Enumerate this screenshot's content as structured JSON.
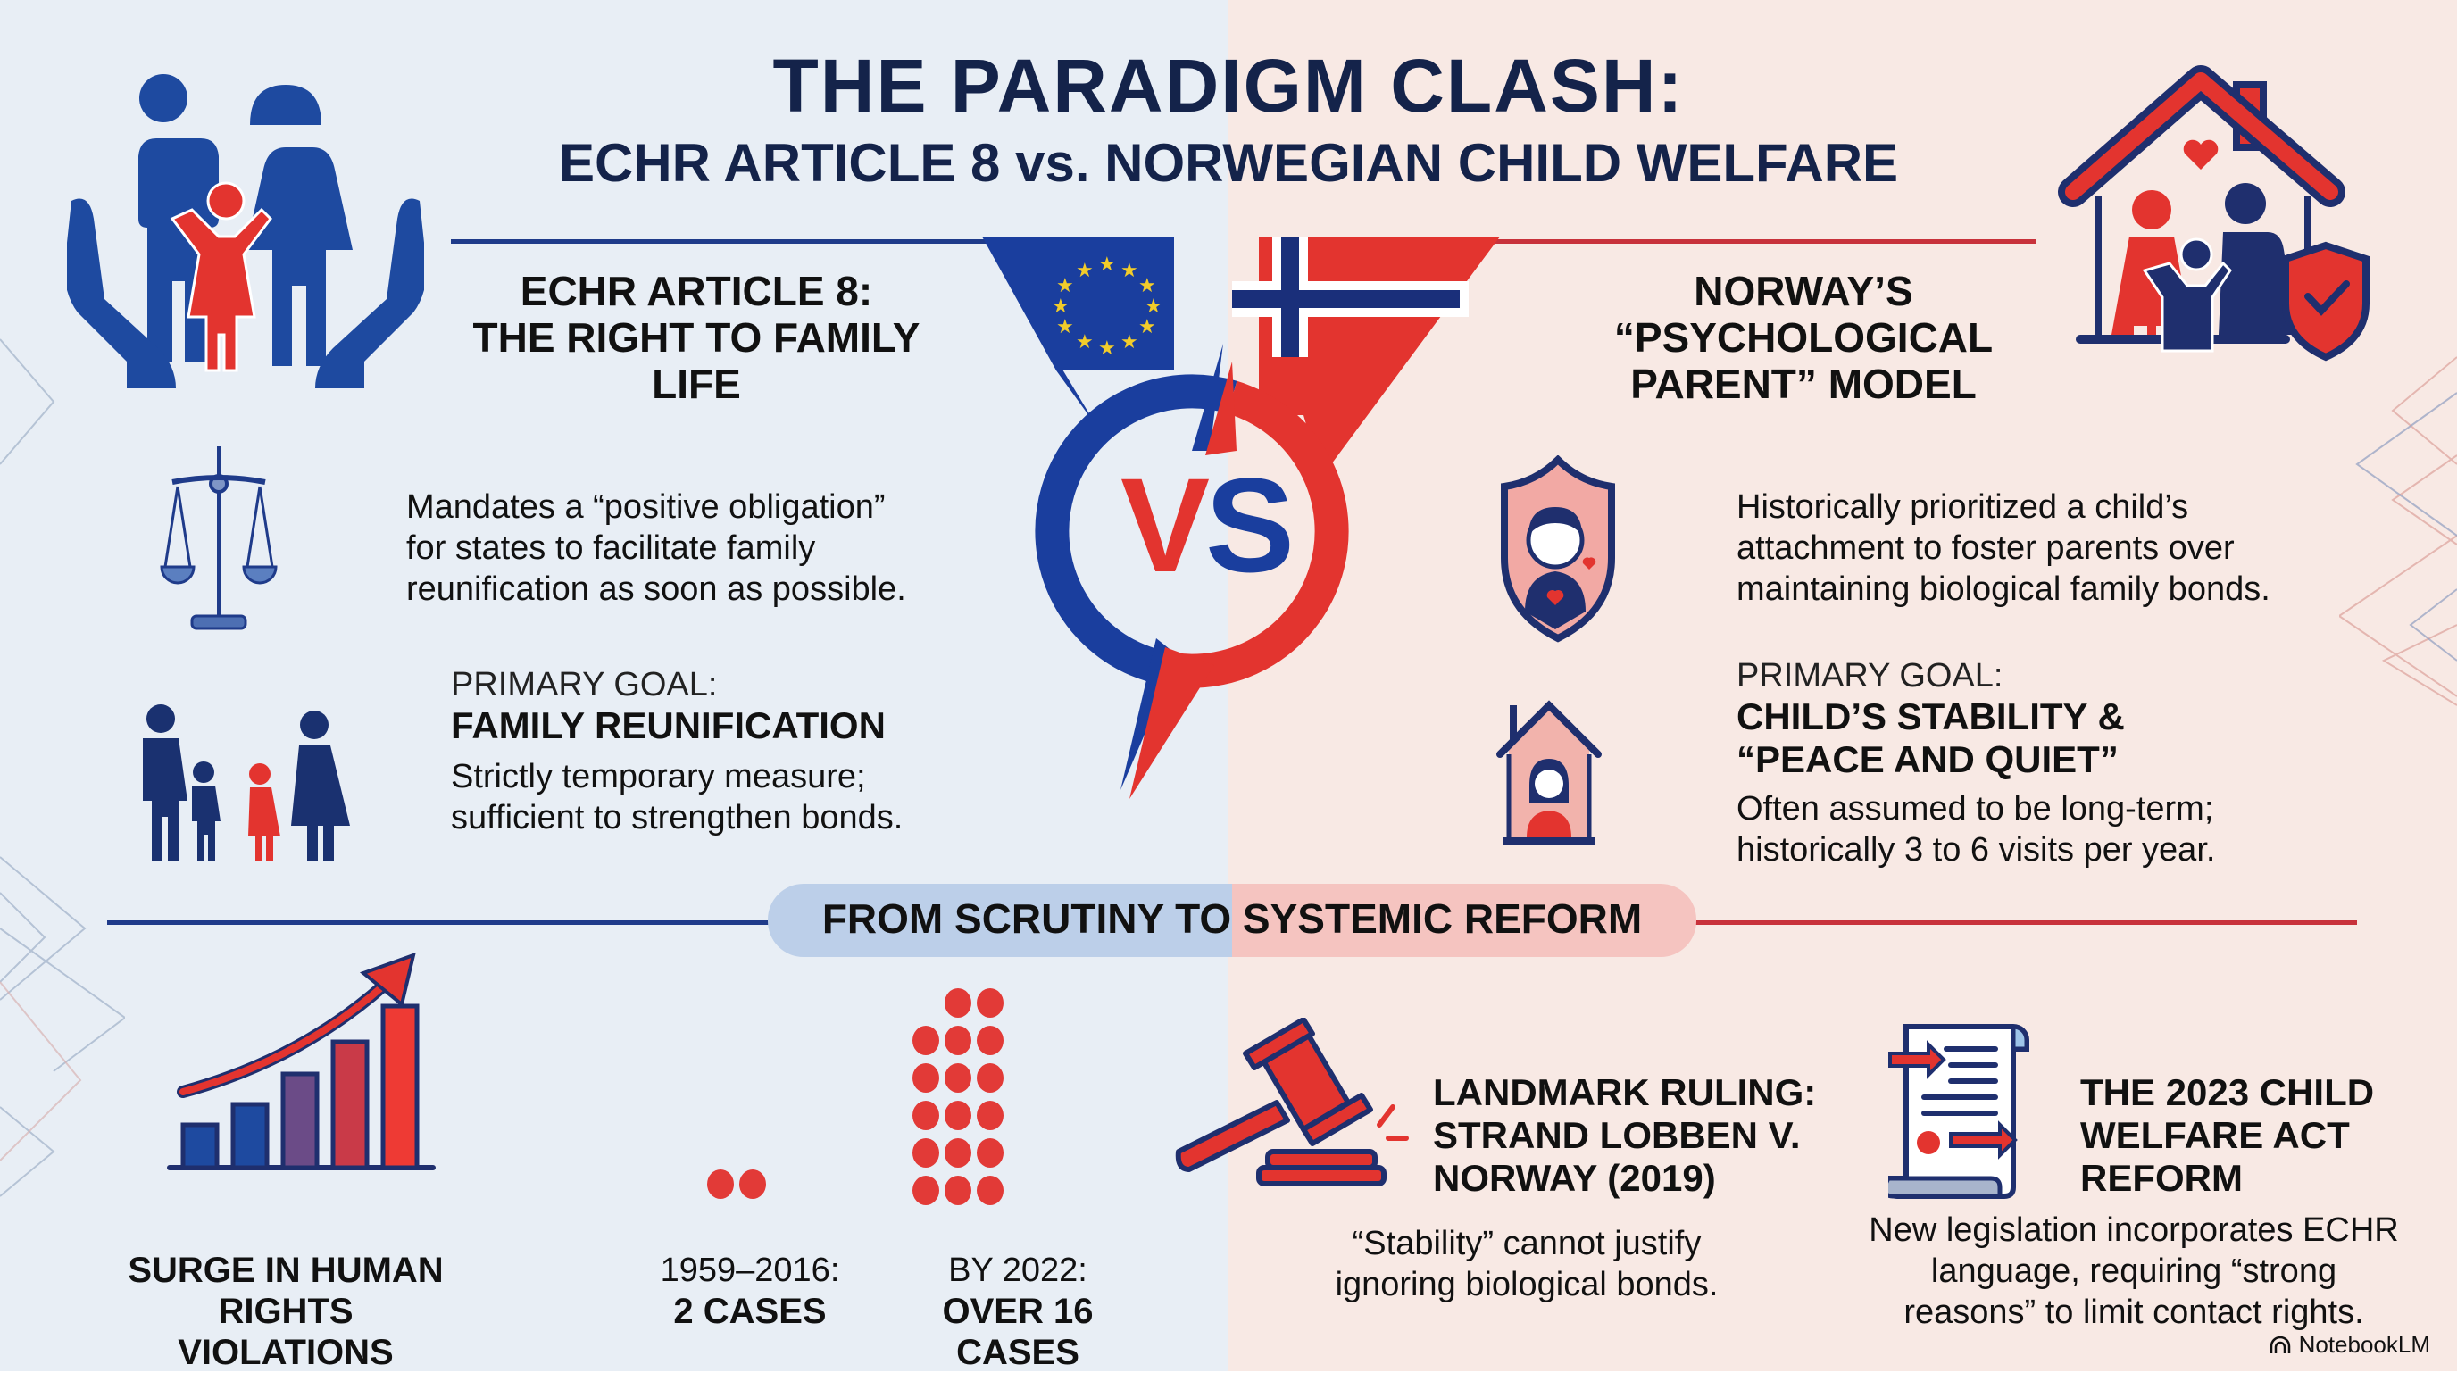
{
  "header": {
    "title": "THE PARADIGM CLASH:",
    "subtitle": "ECHR ARTICLE 8 vs. NORWEGIAN CHILD WELFARE"
  },
  "colors": {
    "navy": "#1a3a8a",
    "dark_navy": "#14234a",
    "red": "#e23a37",
    "eu_yellow": "#f2cc2a",
    "bg_left": "#e8eef5",
    "bg_right": "#f8e9e4"
  },
  "left": {
    "heading": [
      "ECHR ARTICLE 8:",
      "THE RIGHT TO FAMILY",
      "LIFE"
    ],
    "point1": {
      "icon": "scales-of-justice-icon",
      "lines": [
        "Mandates a “positive obligation”",
        "for states to facilitate family",
        "reunification as soon as possible."
      ]
    },
    "goal": {
      "icon": "family-holding-hands-icon",
      "label": "PRIMARY GOAL:",
      "value": "FAMILY REUNIFICATION",
      "lines": [
        "Strictly temporary measure;",
        "sufficient to strengthen bonds."
      ]
    }
  },
  "center": {
    "vs_v": "V",
    "vs_s": "S"
  },
  "right": {
    "heading": [
      "NORWAY’S",
      "“PSYCHOLOGICAL",
      "PARENT” MODEL"
    ],
    "point1": {
      "icon": "child-shield-icon",
      "lines": [
        "Historically prioritized a child’s",
        "attachment to foster parents over",
        "maintaining biological family bonds."
      ]
    },
    "goal": {
      "icon": "child-in-house-icon",
      "label": "PRIMARY GOAL:",
      "value_lines": [
        "CHILD’S STABILITY &",
        "“PEACE AND QUIET”"
      ],
      "lines": [
        "Often assumed to be long-term;",
        "historically 3 to 6 visits per year."
      ]
    }
  },
  "section": {
    "label": "FROM SCRUTINY TO SYSTEMIC REFORM"
  },
  "bottom": {
    "surge": {
      "icon": "rising-bar-chart-icon",
      "lines": [
        "SURGE IN HUMAN",
        "RIGHTS VIOLATIONS"
      ]
    },
    "cases_before": {
      "period": "1959–2016:",
      "count_label": "2 CASES",
      "dots": 2
    },
    "cases_after": {
      "period": "BY 2022:",
      "count_label": "OVER 16 CASES",
      "dots": 17
    },
    "ruling": {
      "icon": "gavel-icon",
      "title_lines": [
        "LANDMARK RULING:",
        "STRAND LOBBEN V.",
        "NORWAY (2019)"
      ],
      "lines": [
        "“Stability” cannot justify",
        "ignoring biological bonds."
      ]
    },
    "reform": {
      "icon": "legal-scroll-icon",
      "title_lines": [
        "THE 2023 CHILD",
        "WELFARE ACT",
        "REFORM"
      ],
      "lines": [
        "New legislation incorporates ECHR",
        "language, requiring “strong",
        "reasons” to limit contact rights."
      ]
    }
  },
  "brand": {
    "label": "NotebookLM"
  }
}
